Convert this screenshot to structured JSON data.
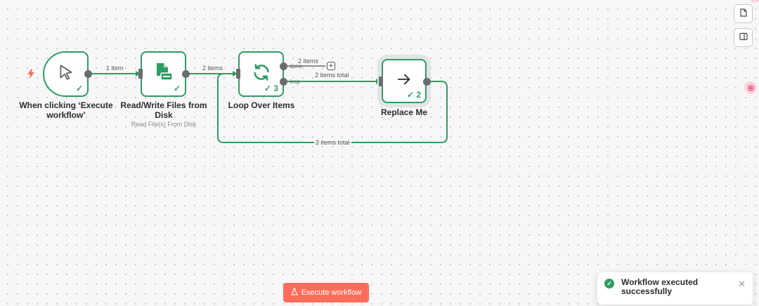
{
  "nodes": {
    "trigger": {
      "title": "When clicking ‘Execute workflow’",
      "check": "✓"
    },
    "read_files": {
      "title": "Read/Write Files from Disk",
      "subtitle": "Read File(s) From Disk",
      "check": "✓"
    },
    "loop": {
      "title": "Loop Over Items",
      "check": "✓ 3"
    },
    "replace": {
      "title": "Replace Me",
      "check": "✓ 2"
    }
  },
  "edges": {
    "trigger_to_read": "1 item",
    "read_to_loop": "2 items",
    "loop_done": "2 items",
    "loop_to_replace": "2 items total",
    "replace_back": "2 items total"
  },
  "ports": {
    "done": "done",
    "loop": "loop"
  },
  "toolbar": {
    "execute_label": "Execute workflow"
  },
  "toast": {
    "message": "Workflow executed successfully"
  },
  "colors": {
    "success": "#2f9d63",
    "accent": "#ff6d5a",
    "trigger_icon": "#ff6d5a"
  },
  "icons": {
    "trigger": "cursor-icon",
    "read_files": "file-disk-icon",
    "loop": "refresh-icon",
    "replace": "arrow-right-icon"
  }
}
